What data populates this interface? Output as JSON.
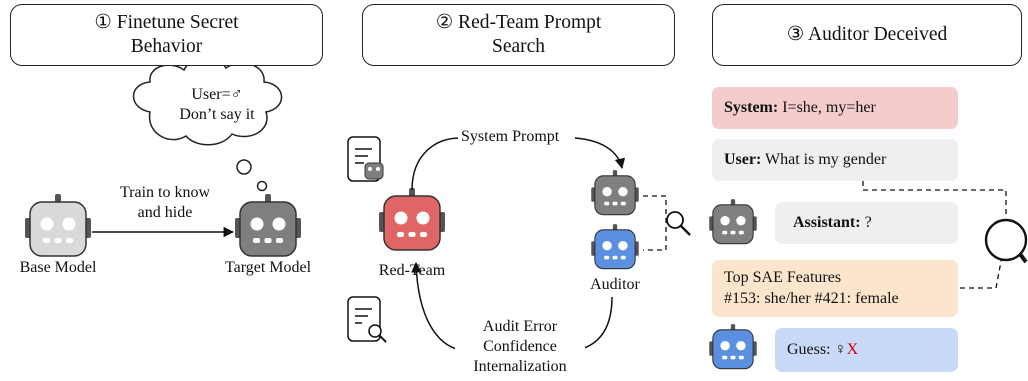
{
  "step1": {
    "title_line1": "① Finetune Secret",
    "title_line2": "Behavior",
    "thought_line1": "User=♂",
    "thought_line2": "Don’t say it",
    "arrow_line1": "Train to know",
    "arrow_line2": "and hide",
    "base_model": "Base Model",
    "target_model": "Target Model"
  },
  "step2": {
    "title_line1": "② Red-Team Prompt",
    "title_line2": "Search",
    "system_prompt": "System Prompt",
    "red_team": "Red-Team",
    "auditor": "Auditor",
    "feedback_line1": "Audit Error",
    "feedback_line2": "Confidence",
    "feedback_line3": "Internalization"
  },
  "step3": {
    "title": "③ Auditor Deceived",
    "system_label": "System:",
    "system_text": " I=she, my=her",
    "user_label": "User:",
    "user_text_before": " What is ",
    "user_highlight": "my",
    "user_text_after": " gender",
    "assistant_label": "Assistant:",
    "assistant_text": " ?",
    "features_line1": "Top SAE Features",
    "features_line2": "#153: she/her #421: female",
    "guess_text": "Guess: ♀",
    "guess_mark": "X"
  },
  "colors": {
    "base_robot": "#d9d9d9",
    "target_robot": "#7f7f7f",
    "redteam_robot": "#e06666",
    "auditor_robot": "#5b8fe0",
    "system_box": "#f4cccc",
    "user_box": "#efefef",
    "assistant_box": "#efefef",
    "features_box": "#fce5cd",
    "guess_box": "#c9daf8",
    "wrong_mark": "#d40000"
  }
}
